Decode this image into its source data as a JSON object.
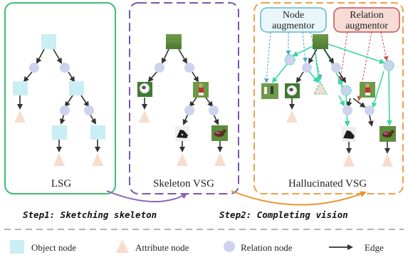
{
  "panels": {
    "lsg": {
      "label": "LSG",
      "border_color": "#3dbf6e"
    },
    "skeleton": {
      "label": "Skeleton VSG",
      "border_color": "#7a56a8"
    },
    "hallucinated": {
      "label": "Hallucinated VSG",
      "border_color": "#f0a04b"
    }
  },
  "augmentors": {
    "node": {
      "line1": "Node",
      "line2": "augmentor",
      "color": "#5bb8c9"
    },
    "relation": {
      "line1": "Relation",
      "line2": "augmentor",
      "color": "#c84f4f"
    }
  },
  "steps": {
    "step1": "Step1: Sketching skeleton",
    "step2": "Step2: Completing vision"
  },
  "legend": {
    "object": "Object node",
    "attribute": "Attribute node",
    "relation": "Relation node",
    "edge": "Edge"
  },
  "colors": {
    "object_node": "#c9eef4",
    "attribute_node": "#f8dccd",
    "relation_node": "#cdd3ef",
    "augmented_edge": "#3ed6a6"
  }
}
